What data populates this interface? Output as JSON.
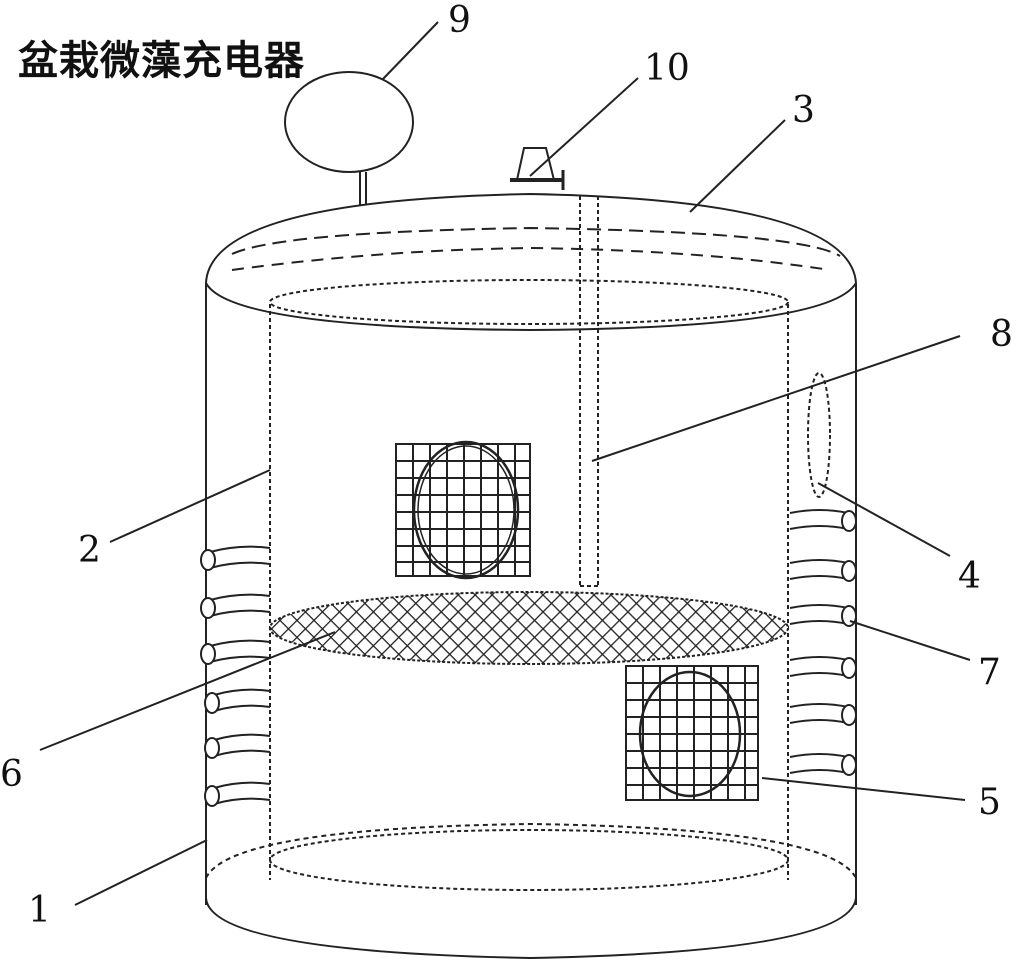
{
  "title": "盆栽微藻充电器",
  "labels": {
    "l1": "1",
    "l2": "2",
    "l3": "3",
    "l4": "4",
    "l5": "5",
    "l6": "6",
    "l7": "7",
    "l8": "8",
    "l9": "9",
    "l10": "10"
  }
}
